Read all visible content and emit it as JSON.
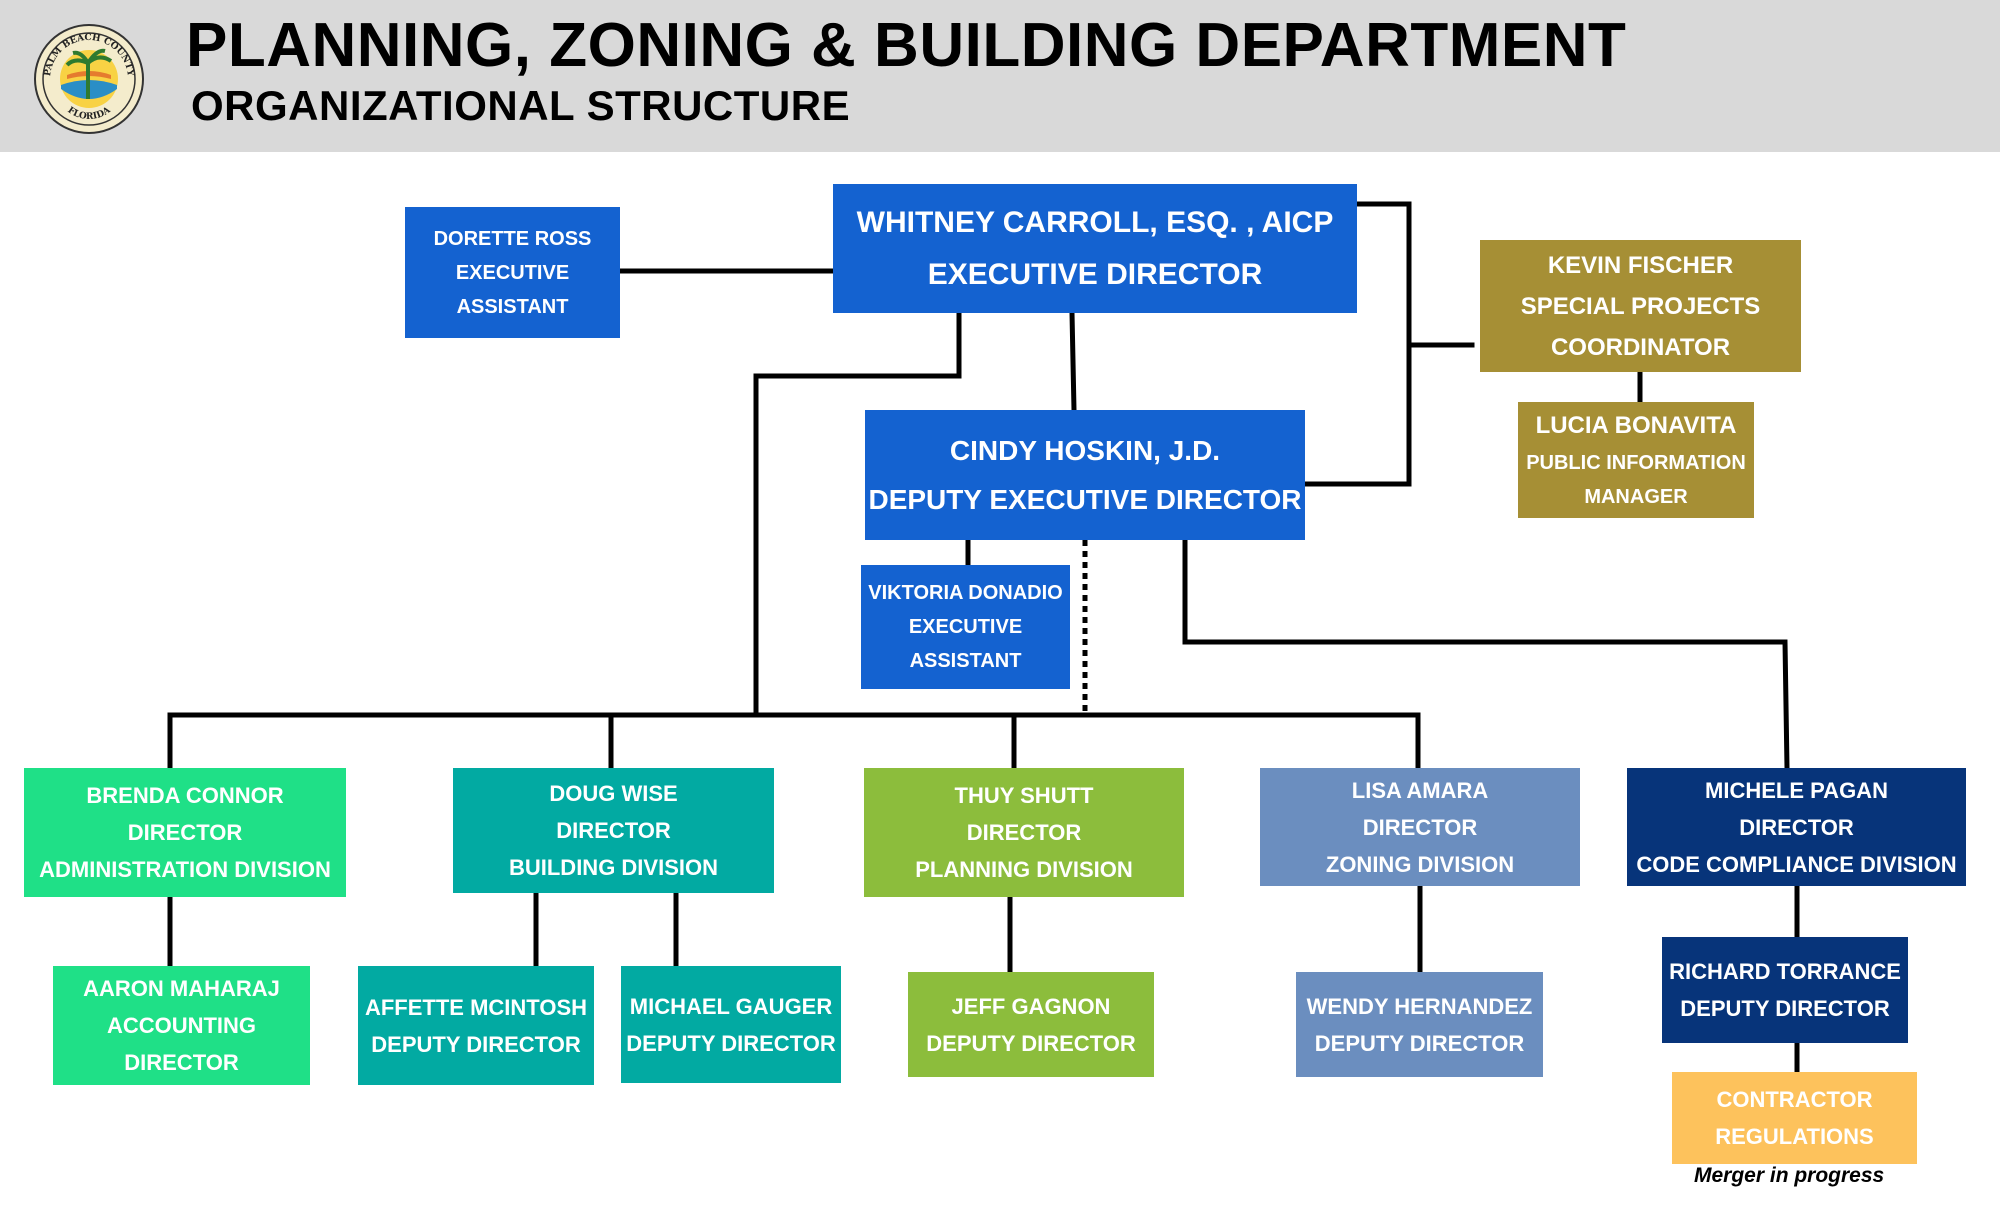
{
  "header": {
    "title": "PLANNING, ZONING & BUILDING DEPARTMENT",
    "subtitle": "ORGANIZATIONAL STRUCTURE",
    "seal": {
      "top_text": "PALM BEACH COUNTY",
      "bottom_text": "FLORIDA"
    }
  },
  "colors": {
    "executive_blue": "#1462d0",
    "special_gold": "#a68f35",
    "administration_green": "#1fe087",
    "building_teal": "#02aaa2",
    "planning_lime": "#8cbd3c",
    "zoning_slate": "#6b8ebf",
    "code_navy": "#07347a",
    "contractor_orange": "#fdc25c"
  },
  "nodes": {
    "executive_director": {
      "lines": [
        "WHITNEY CARROLL, ESQ. , AICP",
        "EXECUTIVE DIRECTOR"
      ]
    },
    "exec_assistant_ross": {
      "lines": [
        "DORETTE ROSS",
        "EXECUTIVE",
        "ASSISTANT"
      ]
    },
    "special_projects": {
      "lines": [
        "KEVIN FISCHER",
        "SPECIAL PROJECTS",
        "COORDINATOR"
      ]
    },
    "public_information": {
      "lines": [
        "LUCIA BONAVITA",
        "PUBLIC INFORMATION",
        "MANAGER"
      ]
    },
    "deputy_executive_director": {
      "lines": [
        "CINDY HOSKIN, J.D.",
        "DEPUTY EXECUTIVE DIRECTOR"
      ]
    },
    "exec_assistant_donadio": {
      "lines": [
        "VIKTORIA DONADIO",
        "EXECUTIVE",
        "ASSISTANT"
      ]
    },
    "administration": {
      "lines": [
        "BRENDA CONNOR",
        "DIRECTOR",
        "ADMINISTRATION DIVISION"
      ]
    },
    "accounting": {
      "lines": [
        "AARON MAHARAJ",
        "ACCOUNTING",
        "DIRECTOR"
      ]
    },
    "building": {
      "lines": [
        "DOUG WISE",
        "DIRECTOR",
        "BUILDING DIVISION"
      ]
    },
    "building_deputy_mcintosh": {
      "lines": [
        "AFFETTE MCINTOSH",
        "DEPUTY DIRECTOR"
      ]
    },
    "building_deputy_gauger": {
      "lines": [
        "MICHAEL GAUGER",
        "DEPUTY DIRECTOR"
      ]
    },
    "planning": {
      "lines": [
        "THUY  SHUTT",
        "DIRECTOR",
        "PLANNING DIVISION"
      ]
    },
    "planning_deputy": {
      "lines": [
        "JEFF GAGNON",
        "DEPUTY DIRECTOR"
      ]
    },
    "zoning": {
      "lines": [
        "LISA AMARA",
        "DIRECTOR",
        "ZONING DIVISION"
      ]
    },
    "zoning_deputy": {
      "lines": [
        "WENDY HERNANDEZ",
        "DEPUTY DIRECTOR"
      ]
    },
    "code_compliance": {
      "lines": [
        "MICHELE PAGAN",
        "DIRECTOR",
        "CODE COMPLIANCE DIVISION"
      ]
    },
    "code_deputy": {
      "lines": [
        "RICHARD TORRANCE",
        "DEPUTY DIRECTOR"
      ]
    },
    "contractor_regulations": {
      "lines": [
        "CONTRACTOR",
        "REGULATIONS"
      ]
    }
  },
  "notes": {
    "merger": "Merger in progress"
  }
}
